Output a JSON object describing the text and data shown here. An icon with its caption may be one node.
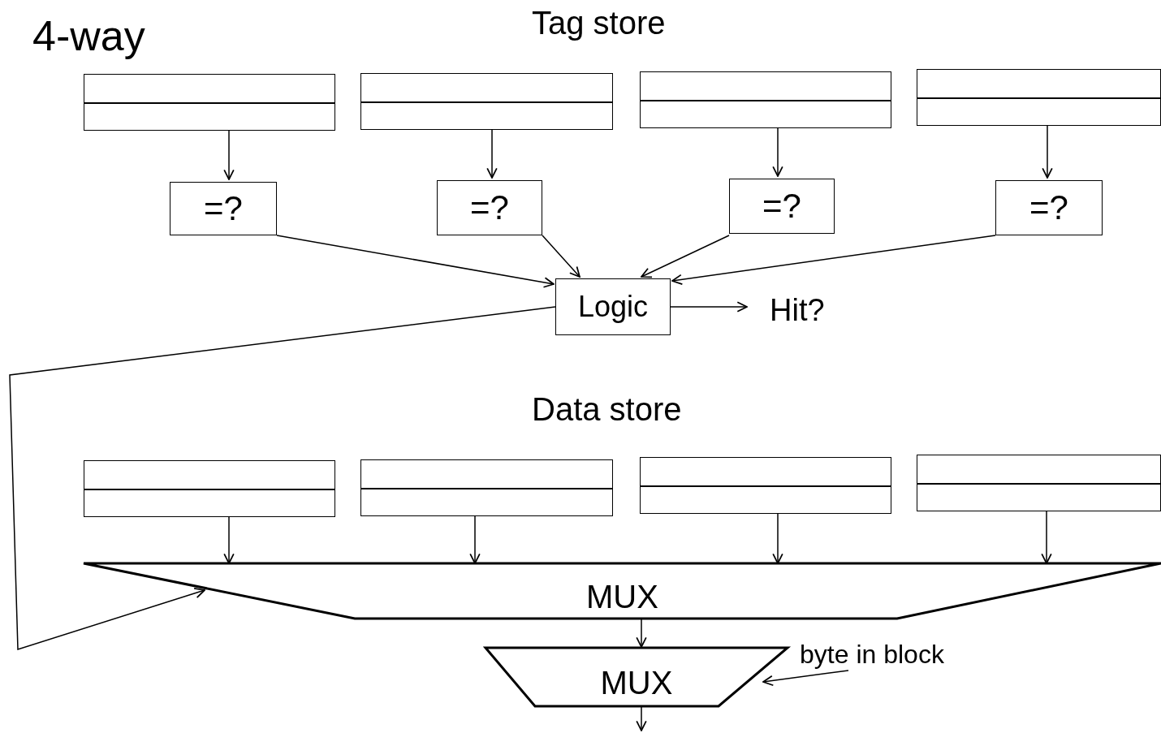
{
  "diagram": {
    "title": "4-way",
    "nodes": [
      {
        "text": [],
        "shape": "box"
      },
      {
        "text": [],
        "shape": "box"
      },
      {
        "text": [],
        "shape": "box"
      },
      {
        "text": [],
        "shape": "box"
      },
      {
        "text": [
          "=?"
        ]
      },
      {
        "text": [
          "=?"
        ]
      },
      {
        "text": [
          "=?"
        ]
      },
      {
        "text": [
          "=?"
        ]
      },
      {
        "text": [
          "Logic"
        ]
      },
      {
        "text": [
          "Hit?"
        ]
      },
      {
        "text": [],
        "shape": "box"
      },
      {
        "text": [],
        "shape": "box"
      },
      {
        "text": [],
        "shape": "box"
      },
      {
        "text": [],
        "shape": "box"
      },
      {
        "text": [
          "MUX"
        ]
      },
      {
        "text": [
          "MUX"
        ]
      },
      {
        "text": [
          "byte in block"
        ]
      }
    ],
    "edges": [
      {
        "from": 0,
        "to": 4,
        "arrow": "to"
      },
      {
        "from": 1,
        "to": 5,
        "arrow": "to"
      },
      {
        "from": 2,
        "to": 6,
        "arrow": "to"
      },
      {
        "from": 3,
        "to": 7,
        "arrow": "to"
      },
      {
        "from": 4,
        "to": 8,
        "arrow": "to"
      },
      {
        "from": 5,
        "to": 8,
        "arrow": "to"
      },
      {
        "from": 6,
        "to": 8,
        "arrow": "to"
      },
      {
        "from": 7,
        "to": 8,
        "arrow": "to"
      },
      {
        "from": 8,
        "to": 9,
        "arrow": "to"
      },
      {
        "from": 8,
        "to": 14,
        "arrow": "to"
      },
      {
        "from": 10,
        "to": 14,
        "arrow": "to"
      },
      {
        "from": 11,
        "to": 14,
        "arrow": "to"
      },
      {
        "from": 12,
        "to": 14,
        "arrow": "to"
      },
      {
        "from": 13,
        "to": 14,
        "arrow": "to"
      },
      {
        "from": 14,
        "to": 15,
        "arrow": "to"
      },
      {
        "from": 15,
        "to": null,
        "arrow": "to"
      },
      {
        "from": 16,
        "to": 15,
        "arrow": "to"
      }
    ],
    "labels": [
      "Tag store",
      "Data store"
    ]
  }
}
